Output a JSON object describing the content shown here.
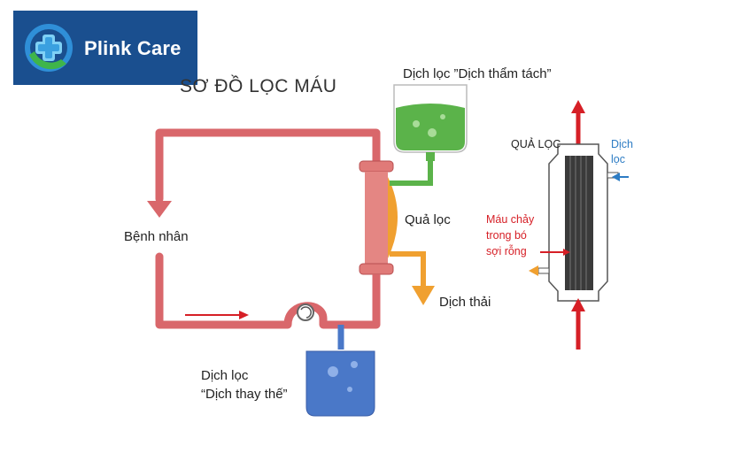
{
  "brand": {
    "name": "Plink Care",
    "logo_icon": "medical-cross-logo"
  },
  "diagram": {
    "title": "SƠ ĐỒ LỌC MÁU",
    "labels": {
      "dialysate": "Dịch lọc ”Dịch thẩm tách”",
      "patient": "Bệnh nhân",
      "filter": "Quả lọc",
      "waste": "Dịch thải",
      "replacement_line1": "Dịch lọc",
      "replacement_line2": "“Dịch thay thế”"
    },
    "detail": {
      "filter_label": "QUẢ LỌC",
      "fluid_line1": "Dịch",
      "fluid_line2": "lọc",
      "blood_line1": "Máu chảy",
      "blood_line2": "trong bó",
      "blood_line3": "sợi rỗng"
    },
    "colors": {
      "blood_line": "#d9676b",
      "dialysate": "#5bb34a",
      "waste": "#f0a030",
      "replacement": "#4a78c8",
      "arrow_red": "#d61f26",
      "fluid_blue": "#2d7cc4",
      "logo_bg": "#1a4f8f"
    }
  }
}
